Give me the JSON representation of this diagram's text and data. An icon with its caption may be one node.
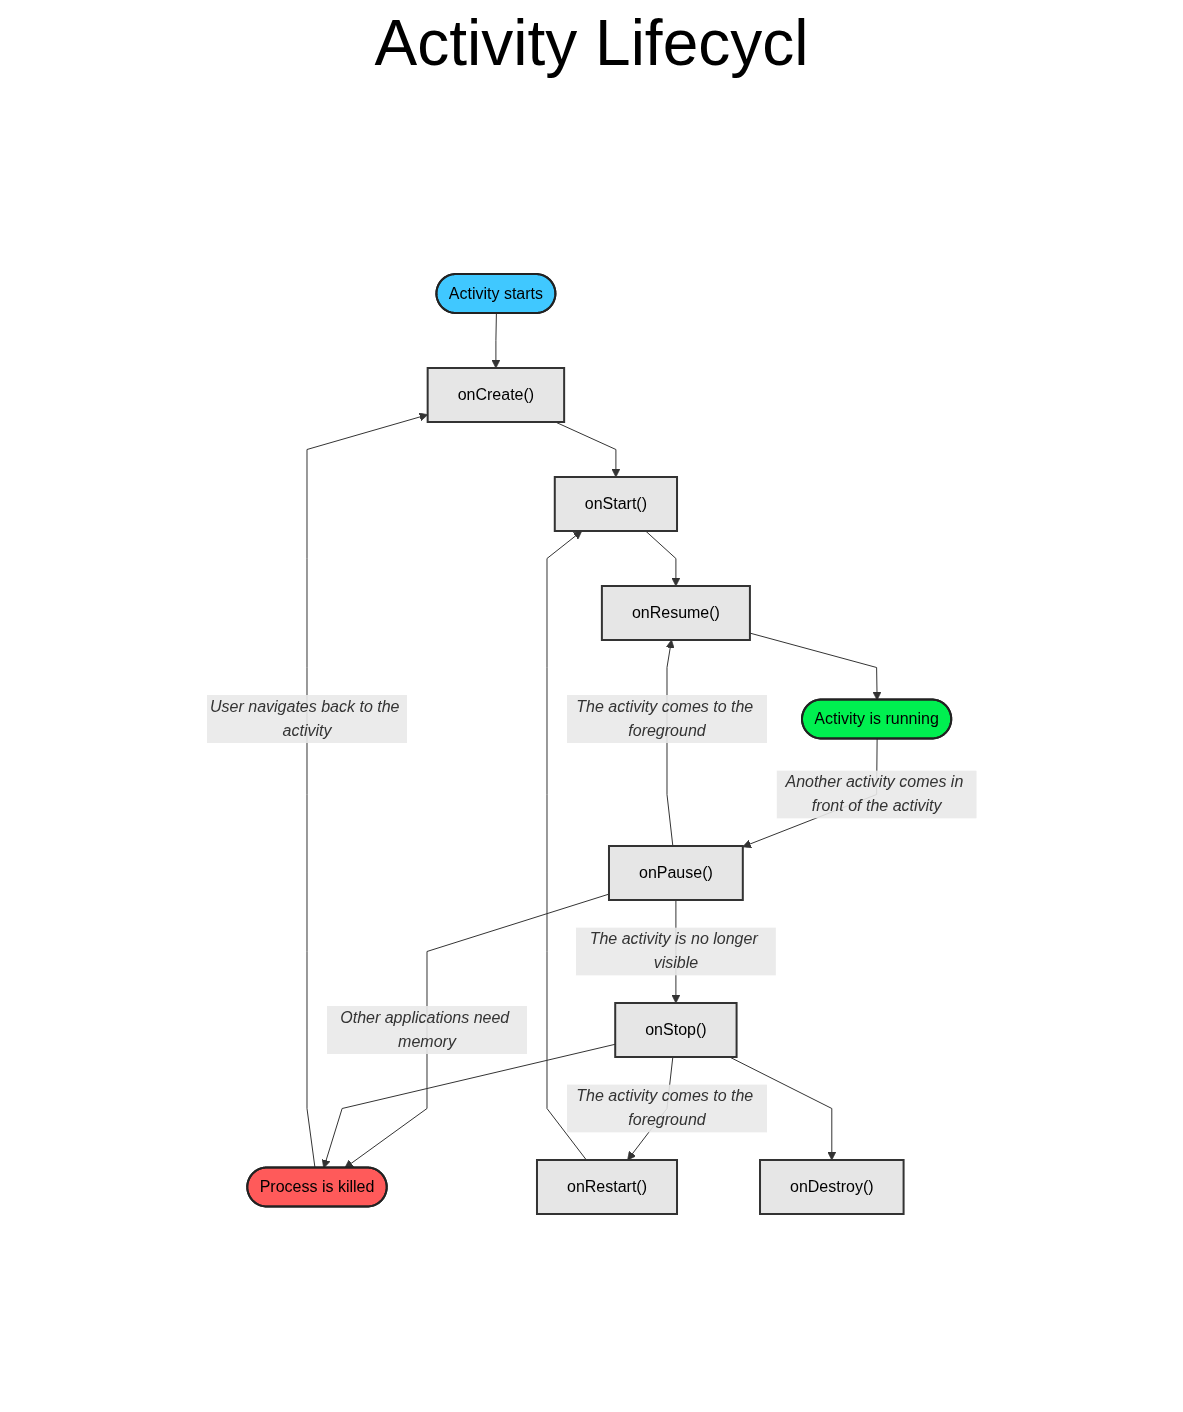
{
  "diagram": {
    "title": "Activity Lifecycl",
    "nodes": [
      {
        "text": [
          "Activity starts"
        ]
      },
      {
        "text": [
          "onCreate()"
        ]
      },
      {
        "text": [
          "onStart()"
        ]
      },
      {
        "text": [
          "onRestart()"
        ]
      },
      {
        "text": [
          "Process is killed"
        ]
      },
      {
        "text": [
          "onResume()"
        ]
      },
      {
        "text": [
          "Activity is running"
        ]
      },
      {
        "text": [
          "onPause()"
        ]
      },
      {
        "text": [
          "onStop()"
        ]
      },
      {
        "text": [
          "onDestroy()"
        ]
      }
    ],
    "edges": [
      {
        "from": 0,
        "to": 1,
        "arrow": "to"
      },
      {
        "from": 4,
        "to": 1,
        "arrow": "to",
        "label": "User navigates back to the activity"
      },
      {
        "from": 1,
        "to": 2,
        "arrow": "to"
      },
      {
        "from": 3,
        "to": 2,
        "arrow": "to"
      },
      {
        "from": 2,
        "to": 5,
        "arrow": "to"
      },
      {
        "from": 5,
        "to": 6,
        "arrow": "to"
      },
      {
        "from": 6,
        "to": 7,
        "arrow": "to",
        "label": "Another activity comes in front of the activity"
      },
      {
        "from": 7,
        "to": 5,
        "arrow": "to",
        "label": "The activity comes to the foreground"
      },
      {
        "from": 7,
        "to": 4,
        "arrow": "to",
        "label": "Other applications need memory"
      },
      {
        "from": 7,
        "to": 8,
        "arrow": "to",
        "label": "The activity is no longer visible"
      },
      {
        "from": 8,
        "to": 3,
        "arrow": "to",
        "label": "The activity comes to the foreground"
      },
      {
        "from": 8,
        "to": 4,
        "arrow": "to"
      },
      {
        "from": 8,
        "to": 9,
        "arrow": "to"
      }
    ]
  }
}
